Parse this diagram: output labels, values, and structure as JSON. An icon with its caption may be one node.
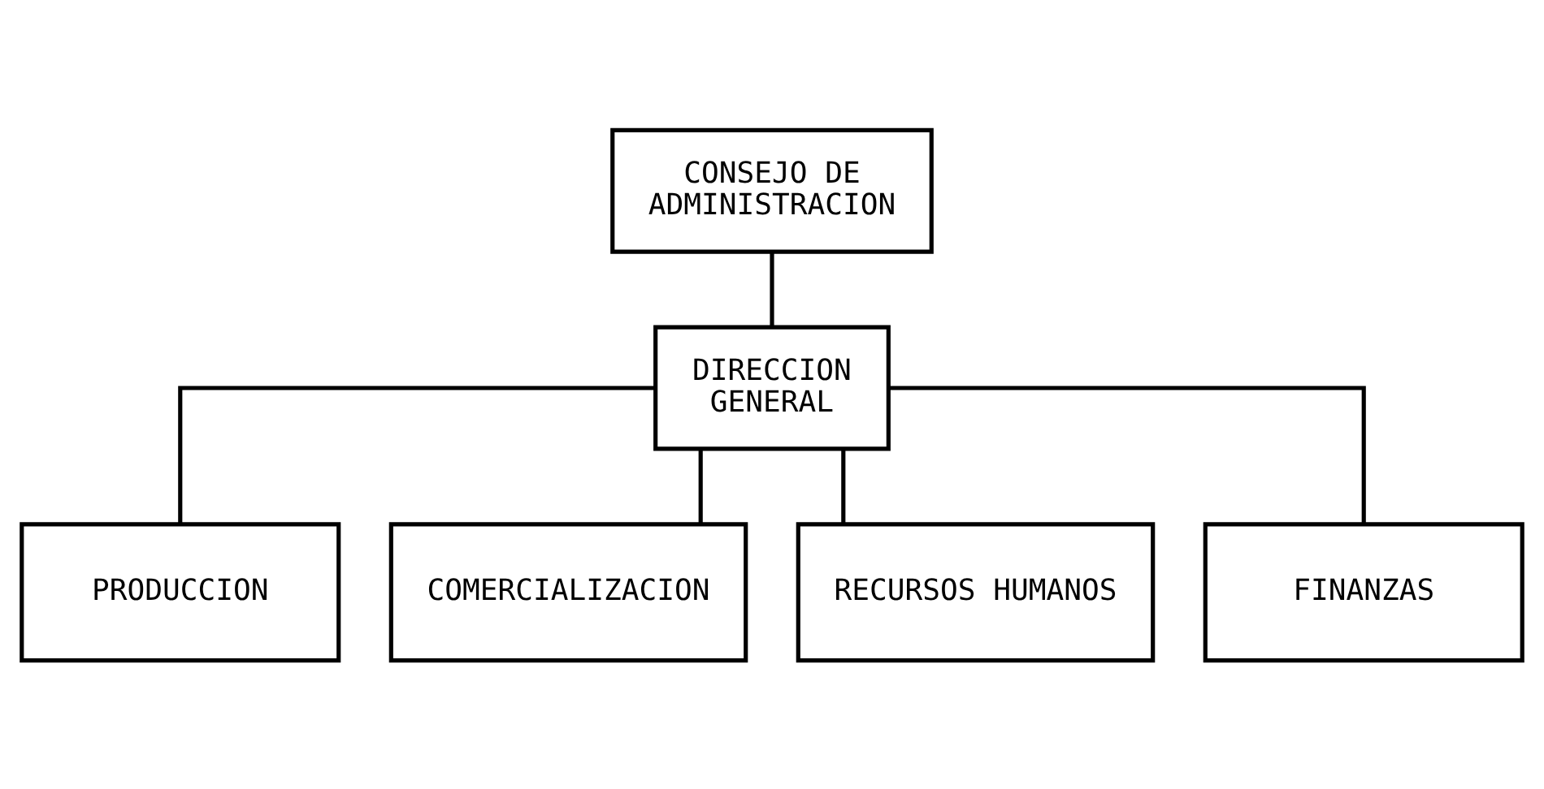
{
  "diagram": {
    "nodes": [
      {
        "text": [
          "CONSEJO DE ADMINISTRACION"
        ]
      },
      {
        "text": [
          "DIRECCION GENERAL"
        ]
      },
      {
        "text": [
          "PRODUCCION"
        ]
      },
      {
        "text": [
          "COMERCIALIZACION"
        ]
      },
      {
        "text": [
          "RECURSOS HUMANOS"
        ]
      },
      {
        "text": [
          "FINANZAS"
        ]
      }
    ],
    "edges": [
      {
        "from": 0,
        "to": 1,
        "arrow": "none"
      },
      {
        "from": 1,
        "to": 2,
        "arrow": "none"
      },
      {
        "from": 1,
        "to": 3,
        "arrow": "none"
      },
      {
        "from": 1,
        "to": 4,
        "arrow": "none"
      },
      {
        "from": 1,
        "to": 5,
        "arrow": "none"
      }
    ]
  }
}
